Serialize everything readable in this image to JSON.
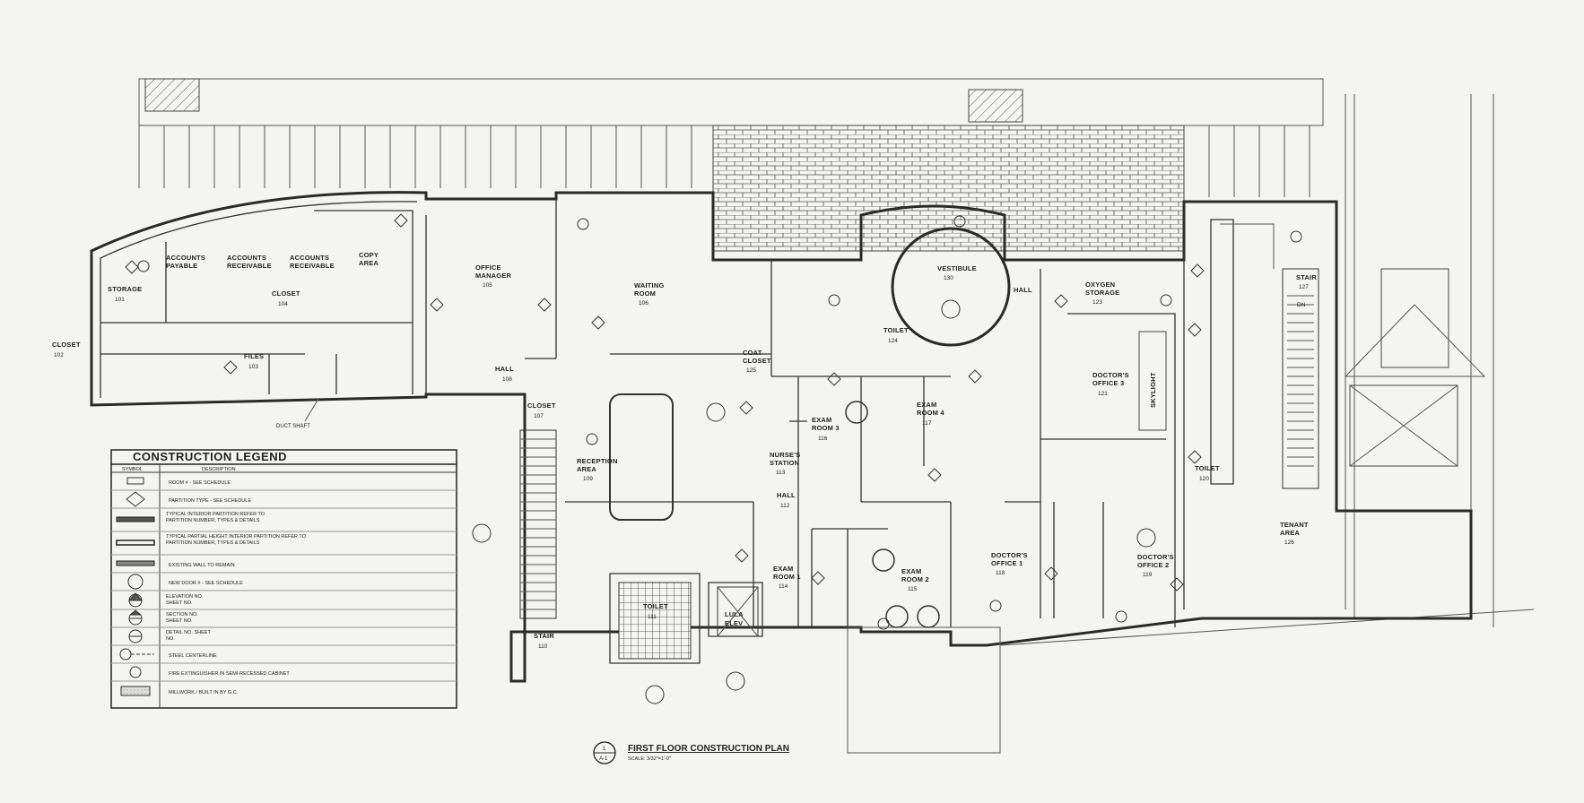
{
  "drawing": {
    "title": "FIRST FLOOR CONSTRUCTION PLAN",
    "scale": "SCALE: 3/32\"=1'-0\"",
    "callout_num": "1",
    "callout_sheet": "A-1"
  },
  "rooms": {
    "storage": {
      "label": "STORAGE",
      "num": "101"
    },
    "accounts_payable": {
      "label1": "ACCOUNTS",
      "label2": "PAYABLE"
    },
    "accounts_receivable_1": {
      "label1": "ACCOUNTS",
      "label2": "RECEIVABLE"
    },
    "accounts_receivable_2": {
      "label1": "ACCOUNTS",
      "label2": "RECEIVABLE"
    },
    "copy_area": {
      "label1": "COPY",
      "label2": "AREA"
    },
    "closet_104": {
      "label": "CLOSET",
      "num": "104"
    },
    "files": {
      "label": "FILES",
      "num": "103"
    },
    "closet_left": {
      "label": "CLOSET",
      "num": "102"
    },
    "office_manager": {
      "label1": "OFFICE",
      "label2": "MANAGER",
      "num": "105"
    },
    "waiting_room": {
      "label1": "WAITING",
      "label2": "ROOM",
      "num": "106"
    },
    "hall_108": {
      "label": "HALL",
      "num": "108"
    },
    "closet_107": {
      "label": "CLOSET",
      "num": "107"
    },
    "reception": {
      "label1": "RECEPTION",
      "label2": "AREA",
      "num": "109"
    },
    "vestibule": {
      "label": "VESTIBULE",
      "num": "130"
    },
    "coat_closet": {
      "label1": "COAT",
      "label2": "CLOSET",
      "num": "125"
    },
    "toilet_124": {
      "label": "TOILET",
      "num": "124"
    },
    "exam3": {
      "label1": "EXAM",
      "label2": "ROOM 3",
      "num": "116"
    },
    "exam4": {
      "label1": "EXAM",
      "label2": "ROOM 4",
      "num": "117"
    },
    "nurses": {
      "label1": "NURSE'S",
      "label2": "STATION",
      "num": "113"
    },
    "hall_112": {
      "label": "HALL",
      "num": "112"
    },
    "exam1": {
      "label1": "EXAM",
      "label2": "ROOM 1",
      "num": "114"
    },
    "exam2": {
      "label1": "EXAM",
      "label2": "ROOM 2",
      "num": "115"
    },
    "toilet_111": {
      "label": "TOILET",
      "num": "111"
    },
    "lula": {
      "label1": "LULA",
      "label2": "ELEV"
    },
    "stair_110": {
      "label": "STAIR",
      "num": "110"
    },
    "hall_right": {
      "label": "HALL"
    },
    "oxygen": {
      "label1": "OXYGEN",
      "label2": "STORAGE",
      "num": "123"
    },
    "doctor3": {
      "label1": "DOCTOR'S",
      "label2": "OFFICE 3",
      "num": "121"
    },
    "skylight": {
      "label": "SKYLIGHT"
    },
    "toilet_120": {
      "label": "TOILET",
      "num": "120"
    },
    "doctor1": {
      "label1": "DOCTOR'S",
      "label2": "OFFICE 1",
      "num": "118"
    },
    "doctor2": {
      "label1": "DOCTOR'S",
      "label2": "OFFICE 2",
      "num": "119"
    },
    "stair_127": {
      "label": "STAIR",
      "num": "127",
      "dn": "DN"
    },
    "tenant": {
      "label1": "TENANT",
      "label2": "AREA",
      "num": "126"
    }
  },
  "notes": {
    "duct_shaft": "DUCT SHAFT"
  },
  "legend": {
    "title": "CONSTRUCTION LEGEND",
    "col_symbol": "SYMBOL",
    "col_description": "DESCRIPTION",
    "rows": [
      {
        "symbol": "room-tag-rect",
        "desc": "ROOM # - SEE SCHEDULE"
      },
      {
        "symbol": "partition-diamond",
        "desc": "PARTITION TYPE - SEE SCHEDULE"
      },
      {
        "symbol": "interior-partition-bar",
        "desc": "TYPICAL INTERIOR PARTITION REFER TO PARTITION NUMBER, TYPES & DETAILS"
      },
      {
        "symbol": "partial-height-bar",
        "desc": "TYPICAL PARTIAL HEIGHT INTERIOR PARTITION REFER TO PARTITION NUMBER, TYPES & DETAILS"
      },
      {
        "symbol": "existing-wall-bar",
        "desc": "EXISTING WALL TO REMAIN"
      },
      {
        "symbol": "door-circle",
        "desc": "NEW DOOR # - SEE SCHEDULE"
      },
      {
        "symbol": "elevation-marker",
        "desc": "ELEVATION NO. SHEET NO."
      },
      {
        "symbol": "section-marker",
        "desc": "SECTION NO. SHEET NO."
      },
      {
        "symbol": "detail-marker",
        "desc": "DETAIL NO. SHEET NO."
      },
      {
        "symbol": "steel-centerline",
        "desc": "STEEL CENTERLINE"
      },
      {
        "symbol": "fire-extinguisher",
        "desc": "FIRE EXTINGUISHER IN SEMI-RECESSED CABINET"
      },
      {
        "symbol": "millwork-hatch",
        "desc": "MILLWORK / BUILT IN BY G.C."
      }
    ]
  }
}
